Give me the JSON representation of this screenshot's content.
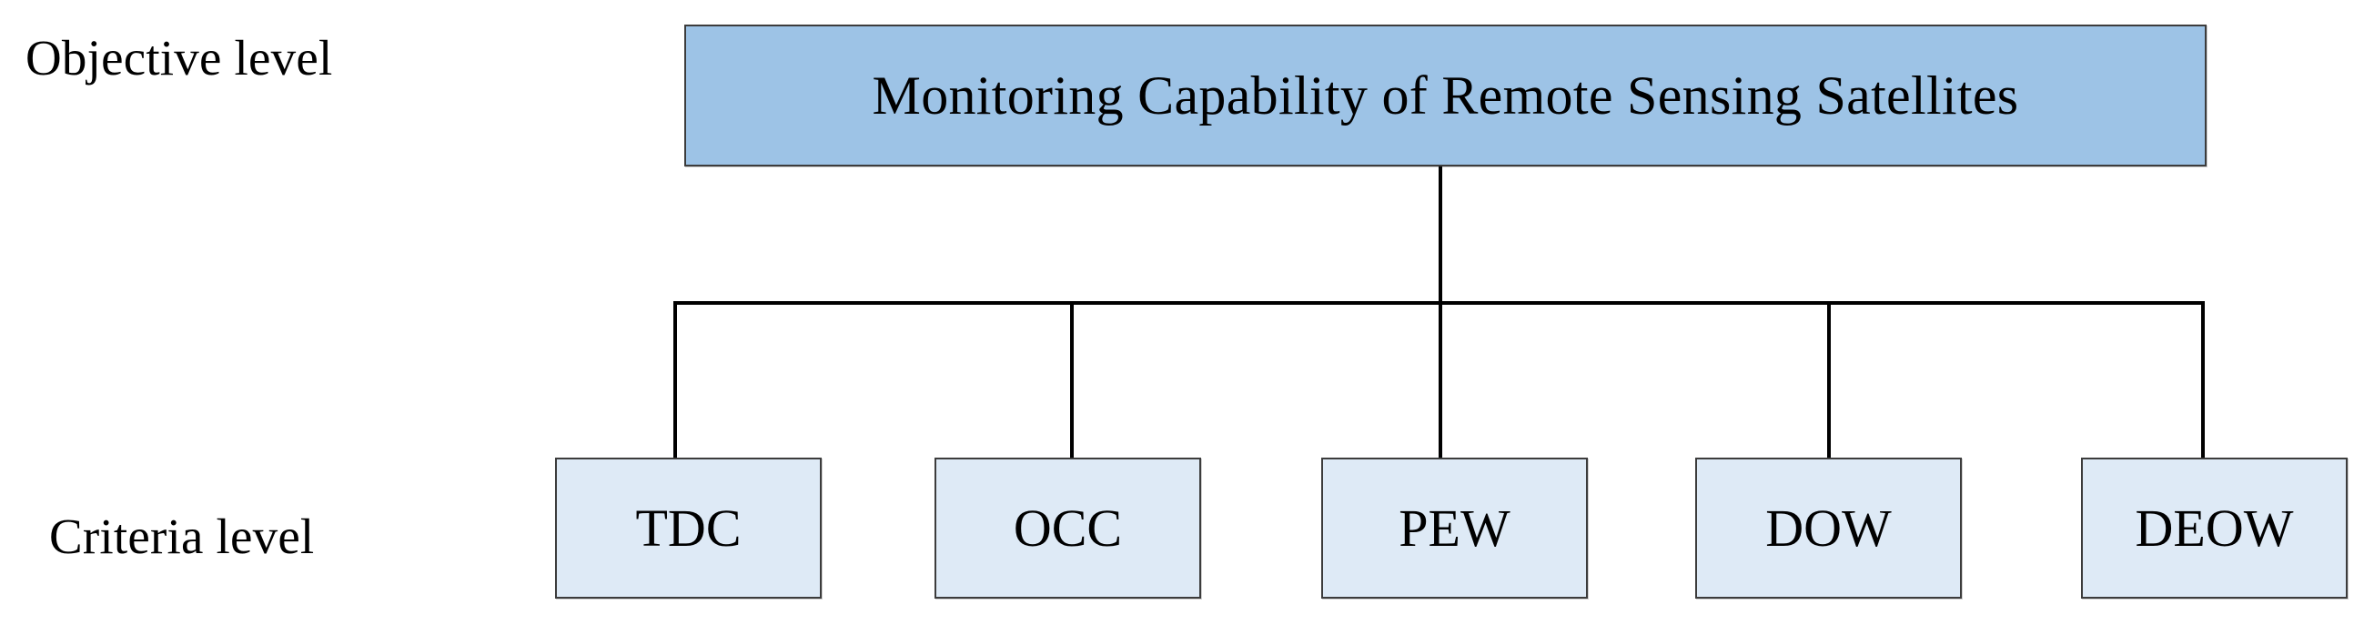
{
  "diagram": {
    "type": "hierarchy",
    "title": "Monitoring Capability of Remote Sensing Satellites",
    "levels": [
      {
        "label": "Objective level",
        "nodes": [
          {
            "text": "Monitoring Capability of Remote Sensing Satellites",
            "fill": "#9DC3E6"
          }
        ]
      },
      {
        "label": "Criteria level",
        "nodes": [
          {
            "text": "TDC",
            "fill": "#DEEAF6"
          },
          {
            "text": "OCC",
            "fill": "#DEEAF6"
          },
          {
            "text": "PEW",
            "fill": "#DEEAF6"
          },
          {
            "text": "DOW",
            "fill": "#DEEAF6"
          },
          {
            "text": "DEOW",
            "fill": "#DEEAF6"
          }
        ]
      }
    ],
    "labels": {
      "objective_level": "Objective level",
      "criteria_level": "Criteria level"
    },
    "objective": {
      "text": "Monitoring Capability of Remote Sensing Satellites"
    },
    "criteria": [
      {
        "text": "TDC"
      },
      {
        "text": "OCC"
      },
      {
        "text": "PEW"
      },
      {
        "text": "DOW"
      },
      {
        "text": "DEOW"
      }
    ],
    "colors": {
      "objective_fill": "#9DC3E6",
      "criteria_fill": "#DEEAF6",
      "border": "#3C3C3C",
      "connector": "#000000",
      "text": "#000000",
      "background": "#FFFFFF"
    }
  }
}
